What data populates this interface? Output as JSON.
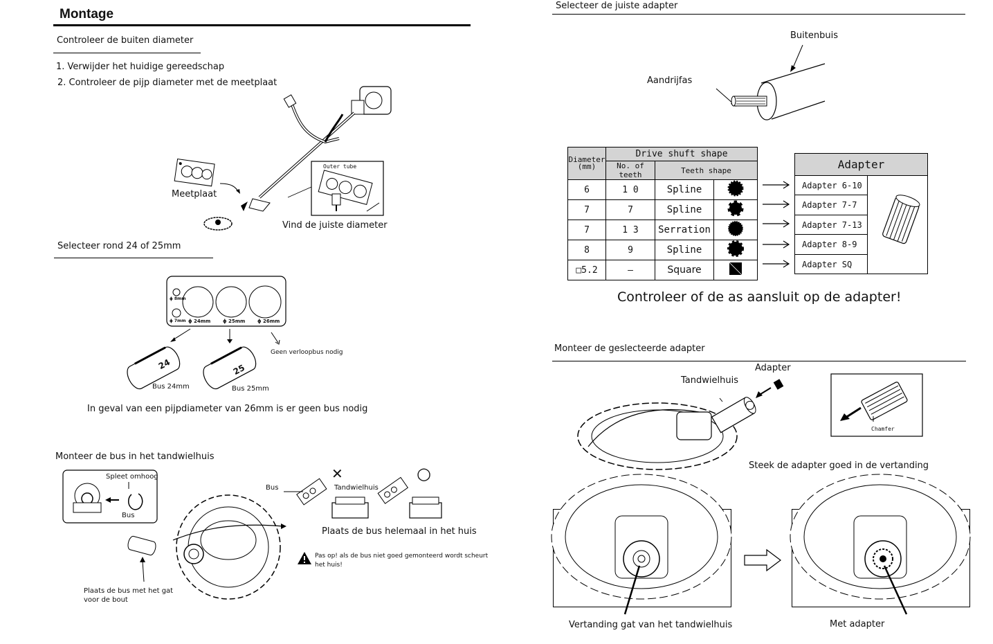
{
  "left": {
    "title": "Montage",
    "sec1": {
      "heading": "Controleer de buiten diameter",
      "step1": "1. Verwijder het huidige gereedschap",
      "step2": "2. Controleer de pijp diameter met de meetplaat",
      "label_meetplaat": "Meetplaat",
      "label_outer_tube": "Outer tube",
      "label_find": "Vind de juiste diameter"
    },
    "sec2": {
      "heading": "Selecteer rond 24 of 25mm",
      "plate_labels": [
        "ϕ 8mm",
        "ϕ 7mm",
        "ϕ 24mm",
        "ϕ 25mm",
        "ϕ 26mm"
      ],
      "bus24_number": "24",
      "bus25_number": "25",
      "bus24": "Bus 24mm",
      "bus25": "Bus 25mm",
      "no_bush": "Geen verloopbus nodig",
      "note": "In geval van een pijpdiameter van 26mm is er geen bus nodig"
    },
    "sec3": {
      "heading": "Monteer de bus in het tandwielhuis",
      "spleet": "Spleet omhoog",
      "bus_small": "Bus",
      "bus_label": "Bus",
      "tandwielhuis_label": "Tandwielhuis",
      "wrong_mark": "✕",
      "right_mark": "○",
      "place_full": "Plaats de bus helemaal in het huis",
      "warning": "Pas op! als de bus niet goed gemonteerd wordt scheurt het huis!",
      "place_hole": "Plaats de bus met het gat voor de bout"
    }
  },
  "right": {
    "sec1": {
      "heading": "Selecteer de juiste adapter",
      "buitenbuis": "Buitenbuis",
      "aandrijfas": "Aandrijfas"
    },
    "table": {
      "title": "Drive shuft shape",
      "col_diameter": "Diameter (mm)",
      "col_teeth_no": "No. of teeth",
      "col_teeth_shape": "Teeth shape",
      "rows": [
        {
          "diameter": "6",
          "teeth": "1 0",
          "shape": "Spline",
          "adapter": "Adapter 6-10"
        },
        {
          "diameter": "7",
          "teeth": "7",
          "shape": "Spline",
          "adapter": "Adapter 7-7"
        },
        {
          "diameter": "7",
          "teeth": "1 3",
          "shape": "Serration",
          "adapter": "Adapter 7-13"
        },
        {
          "diameter": "8",
          "teeth": "9",
          "shape": "Spline",
          "adapter": "Adapter 8-9"
        },
        {
          "diameter": "□5.2",
          "teeth": "—",
          "shape": "Square",
          "adapter": "Adapter SQ"
        }
      ],
      "adapter_header": "Adapter"
    },
    "check": "Controleer of de as aansluit op de adapter!",
    "sec2": {
      "heading": "Monteer de geslecteerde adapter",
      "adapter_label": "Adapter",
      "tandwielhuis": "Tandwielhuis",
      "chamfer": "Chamfer",
      "insert": "Steek de adapter goed in de vertanding",
      "caption_left": "Vertanding gat van het tandwielhuis",
      "caption_right": "Met adapter"
    }
  },
  "icons": [
    "warning-triangle-icon",
    "arrow-right-icon",
    "gear-icon"
  ]
}
